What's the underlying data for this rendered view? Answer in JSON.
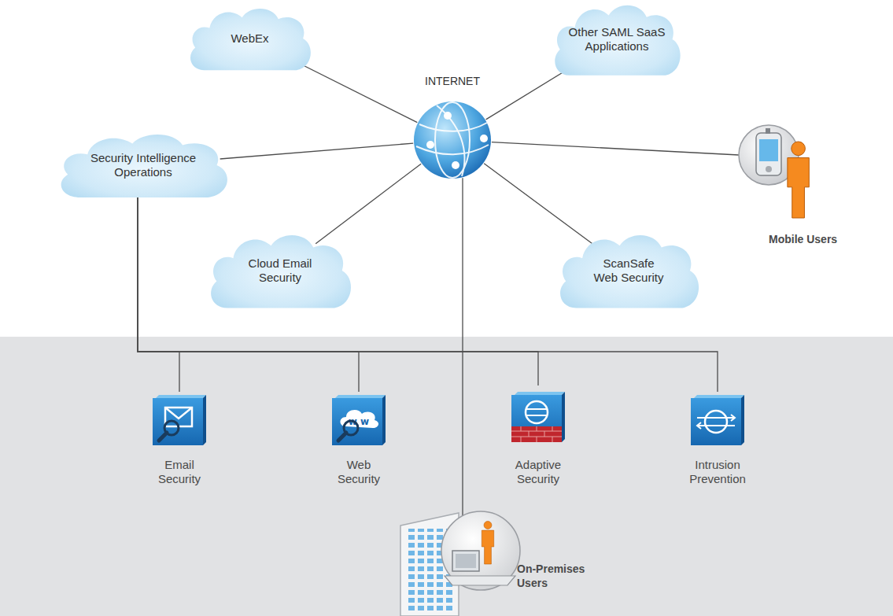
{
  "diagram": {
    "nodes": [
      {
        "text": [
          "WebEx"
        ]
      },
      {
        "text": [
          "Other SAML SaaS Applications"
        ]
      },
      {
        "text": [
          "INTERNET"
        ]
      },
      {
        "text": [
          "Security Intelligence Operations"
        ]
      },
      {
        "text": [
          "Mobile Users"
        ]
      },
      {
        "text": [
          "Cloud Email Security"
        ]
      },
      {
        "text": [
          "ScanSafe Web Security"
        ]
      },
      {
        "text": [
          "Email Security"
        ]
      },
      {
        "text": [
          "Web Security"
        ]
      },
      {
        "text": [
          "Adaptive Security"
        ]
      },
      {
        "text": [
          "Intrusion Prevention"
        ]
      },
      {
        "text": [
          "On-Premises Users"
        ]
      }
    ],
    "edges": [
      {
        "from": 2,
        "to": 0,
        "arrow": "none"
      },
      {
        "from": 2,
        "to": 1,
        "arrow": "none"
      },
      {
        "from": 2,
        "to": 3,
        "arrow": "none"
      },
      {
        "from": 2,
        "to": 4,
        "arrow": "none"
      },
      {
        "from": 2,
        "to": 5,
        "arrow": "none"
      },
      {
        "from": 2,
        "to": 6,
        "arrow": "none"
      },
      {
        "from": 2,
        "to": 11,
        "arrow": "none"
      },
      {
        "from": 3,
        "to": 7,
        "arrow": "none"
      },
      {
        "from": 3,
        "to": 8,
        "arrow": "none"
      },
      {
        "from": 3,
        "to": 9,
        "arrow": "none"
      },
      {
        "from": 3,
        "to": 10,
        "arrow": "none"
      }
    ]
  }
}
